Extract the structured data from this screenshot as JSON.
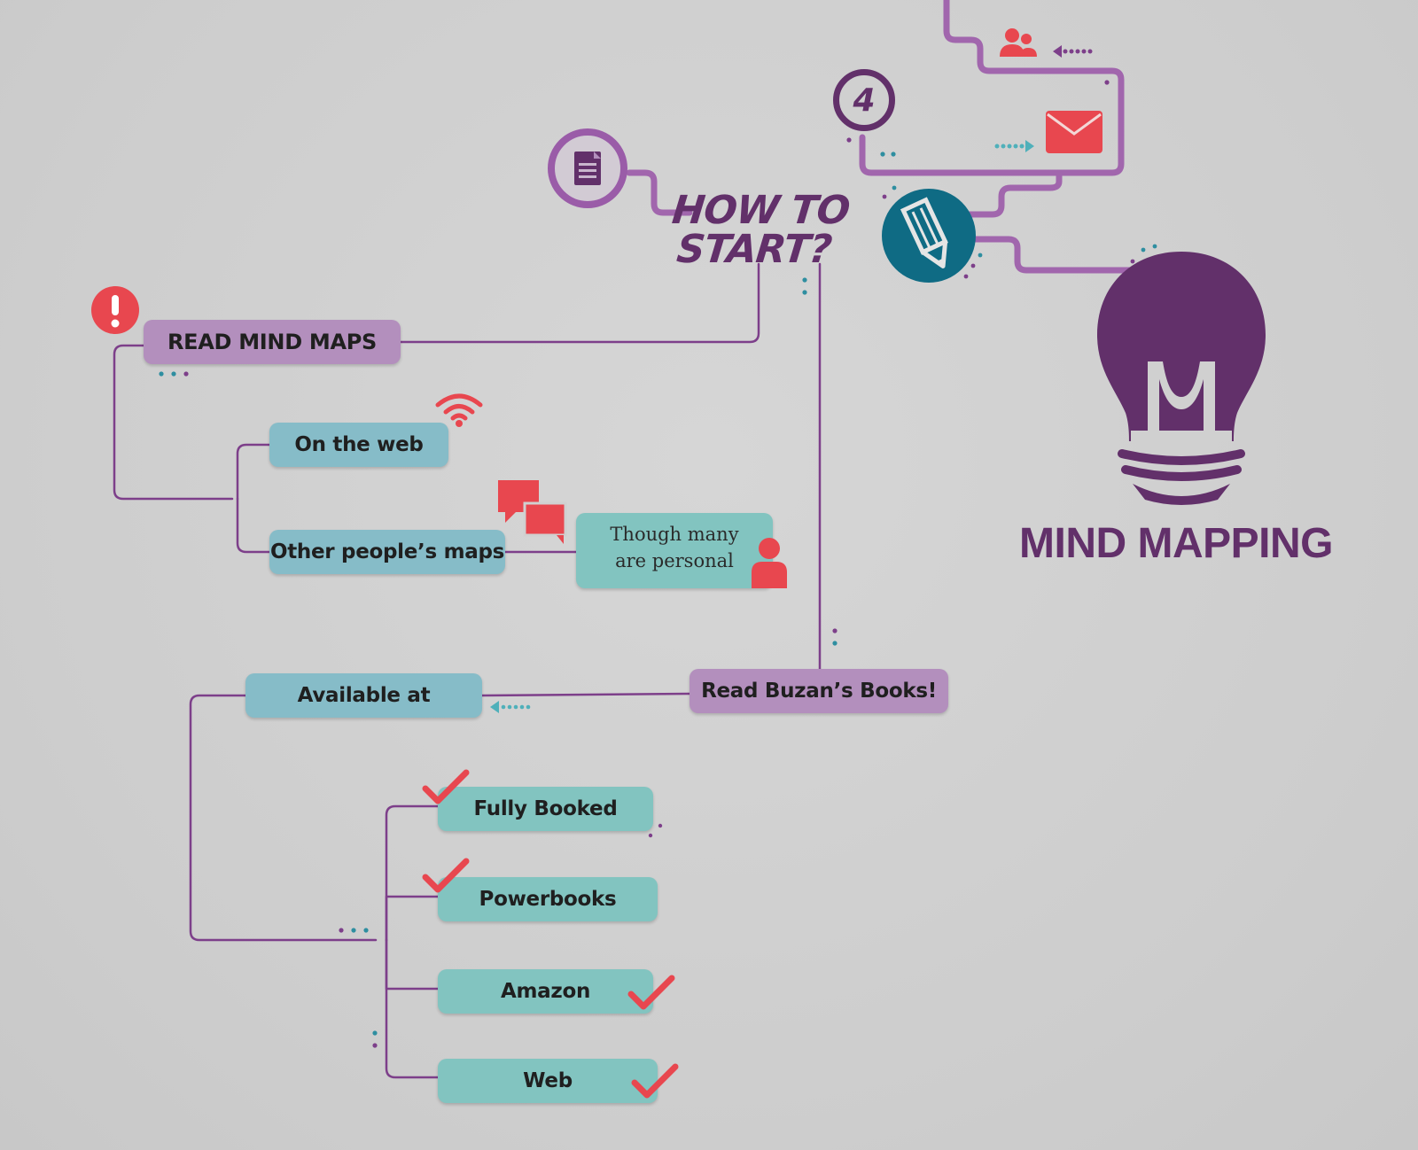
{
  "heading": {
    "line1": "HOW TO",
    "line2": "START?"
  },
  "step_number": "4",
  "brand": {
    "name": "MIND MAPPING"
  },
  "nodes": {
    "read_mind_maps": "READ MIND MAPS",
    "on_the_web": "On the web",
    "other_peoples_maps": "Other people’s maps",
    "note": {
      "line1": "Though many",
      "line2": "are personal"
    },
    "read_buzans_books": "Read Buzan’s Books!",
    "available_at": "Available at",
    "stores": [
      "Fully Booked",
      "Powerbooks",
      "Amazon",
      "Web"
    ]
  },
  "icons": {
    "document": "document-icon",
    "users": "users-icon",
    "mail": "envelope-icon",
    "pencil": "pencil-icon",
    "alert": "exclamation-icon",
    "wifi": "wifi-icon",
    "chat": "chat-bubbles-icon",
    "person": "person-icon",
    "check": "checkmark-icon",
    "bulb": "lightbulb-icon"
  },
  "colors": {
    "brand_purple": "#62306a",
    "line_purple": "#a166ad",
    "node_purple": "#b38fbd",
    "node_blue": "#86bcc8",
    "node_teal": "#82c4c0",
    "accent_red": "#e8474f",
    "accent_teal": "#0f6b84"
  }
}
